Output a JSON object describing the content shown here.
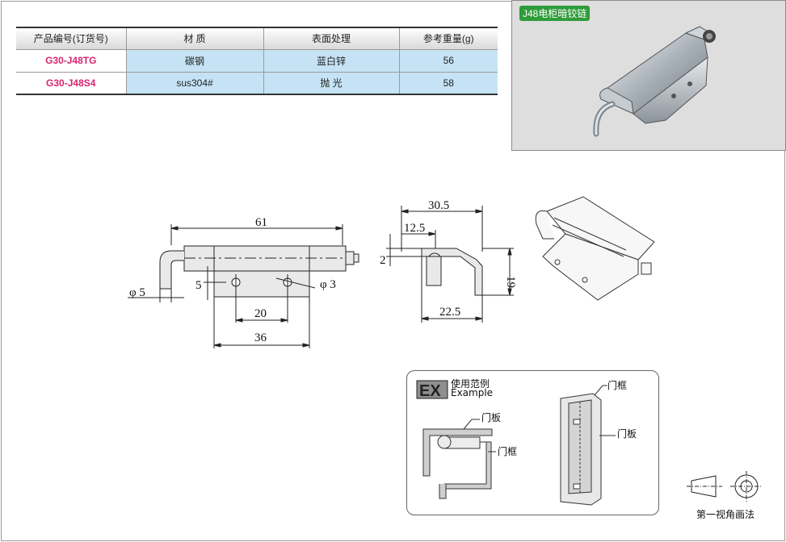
{
  "table": {
    "headers": [
      "产品编号(订货号)",
      "材 质",
      "表面处理",
      "参考重量(g)"
    ],
    "rows": [
      {
        "code": "G30-J48TG",
        "material": "碳钢",
        "finish": "蓝白锌",
        "weight": "56"
      },
      {
        "code": "G30-J48S4",
        "material": "sus304#",
        "finish": "抛 光",
        "weight": "58"
      }
    ]
  },
  "photo": {
    "tag": "J48电柜暗铰链"
  },
  "front_view": {
    "overall_length": "61",
    "pin_dia": "φ 5",
    "offset": "5",
    "hole_dia": "φ 3",
    "hole_pitch": "20",
    "plate_length": "36"
  },
  "side_view": {
    "width_top": "30.5",
    "center": "12.5",
    "thickness": "2",
    "height": "19",
    "width_bottom": "22.5"
  },
  "example": {
    "badge": "EX",
    "title_cn": "使用范例",
    "title_en": "Example",
    "label_door_panel": "门板",
    "label_door_frame": "门框"
  },
  "projection": {
    "label": "第一视角画法"
  }
}
